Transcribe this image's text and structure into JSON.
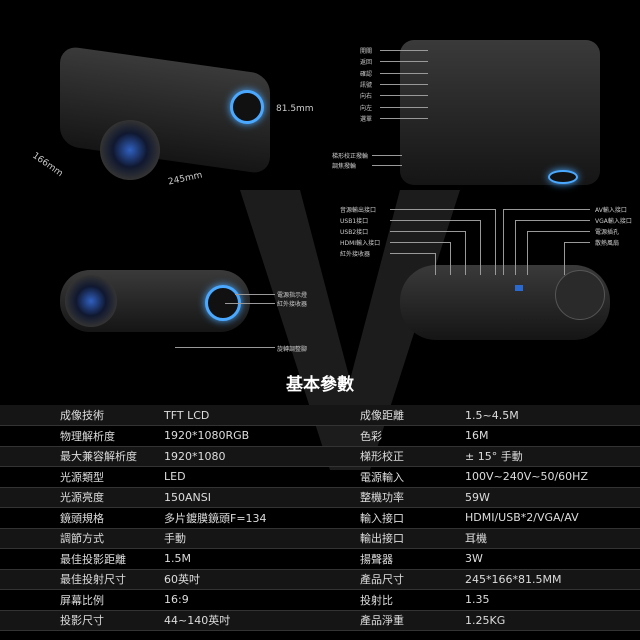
{
  "dimensions": {
    "height": "81.5mm",
    "width": "245mm",
    "depth": "166mm"
  },
  "top_labels": [
    "開關",
    "返回",
    "確認",
    "訊號",
    "向右",
    "向左",
    "選單"
  ],
  "side_labels": [
    "梯形校正撥輪",
    "調焦撥輪"
  ],
  "rear_left_labels": [
    "音源輸出接口",
    "USB1接口",
    "USB2接口",
    "HDMI輸入接口",
    "紅外接收器"
  ],
  "rear_right_labels": [
    "AV輸入接口",
    "VGA輸入接口",
    "電源插孔",
    "散熱風扇"
  ],
  "front_labels": [
    "電源指示燈",
    "紅外接收器",
    "旋轉調整腳"
  ],
  "spec_title": "基本參數",
  "specs": [
    [
      "成像技術",
      "TFT LCD",
      "成像距離",
      "1.5~4.5M"
    ],
    [
      "物理解析度",
      "1920*1080RGB",
      "色彩",
      "16M"
    ],
    [
      "最大兼容解析度",
      "1920*1080",
      "梯形校正",
      "± 15° 手動"
    ],
    [
      "光源類型",
      "LED",
      "電源輸入",
      "100V~240V~50/60HZ"
    ],
    [
      "光源亮度",
      "150ANSI",
      "整機功率",
      "59W"
    ],
    [
      "鏡頭規格",
      "多片鍍膜鏡頭F=134",
      "輸入接口",
      "HDMI/USB*2/VGA/AV"
    ],
    [
      "調節方式",
      "手動",
      "輸出接口",
      "耳機"
    ],
    [
      "最佳投影距離",
      "1.5M",
      "揚聲器",
      "3W"
    ],
    [
      "最佳投射尺寸",
      "60英吋",
      "產品尺寸",
      "245*166*81.5MM"
    ],
    [
      "屏幕比例",
      "16:9",
      "投射比",
      "1.35"
    ],
    [
      "投影尺寸",
      "44~140英吋",
      "產品淨重",
      "1.25KG"
    ]
  ]
}
